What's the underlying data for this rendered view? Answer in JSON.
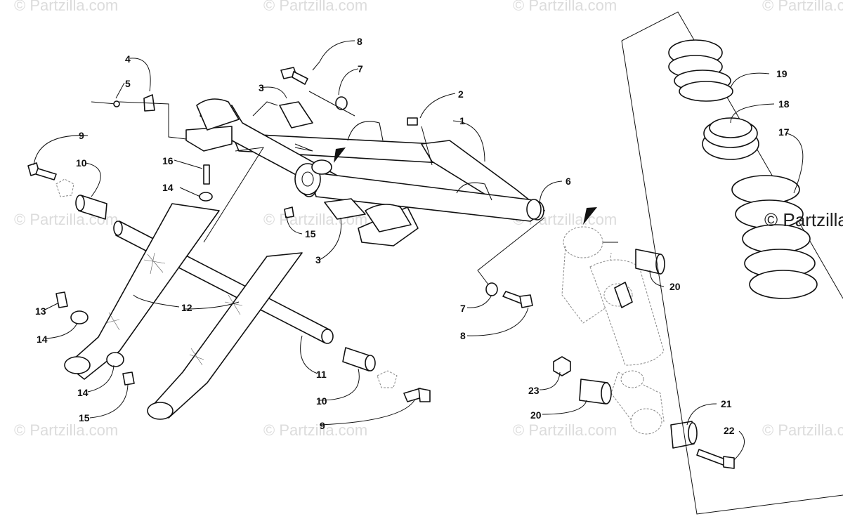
{
  "watermark": {
    "text": "© Partzilla.com",
    "large_text": "© Partzilla"
  },
  "callouts": [
    {
      "id": "c1",
      "label": "1"
    },
    {
      "id": "c2",
      "label": "2"
    },
    {
      "id": "c3a",
      "label": "3"
    },
    {
      "id": "c3b",
      "label": "3"
    },
    {
      "id": "c4",
      "label": "4"
    },
    {
      "id": "c5",
      "label": "5"
    },
    {
      "id": "c6",
      "label": "6"
    },
    {
      "id": "c7a",
      "label": "7"
    },
    {
      "id": "c7b",
      "label": "7"
    },
    {
      "id": "c8a",
      "label": "8"
    },
    {
      "id": "c8b",
      "label": "8"
    },
    {
      "id": "c9a",
      "label": "9"
    },
    {
      "id": "c9b",
      "label": "9"
    },
    {
      "id": "c10a",
      "label": "10"
    },
    {
      "id": "c10b",
      "label": "10"
    },
    {
      "id": "c11",
      "label": "11"
    },
    {
      "id": "c12",
      "label": "12"
    },
    {
      "id": "c13",
      "label": "13"
    },
    {
      "id": "c14a",
      "label": "14"
    },
    {
      "id": "c14b",
      "label": "14"
    },
    {
      "id": "c14c",
      "label": "14"
    },
    {
      "id": "c15a",
      "label": "15"
    },
    {
      "id": "c15b",
      "label": "15"
    },
    {
      "id": "c16",
      "label": "16"
    },
    {
      "id": "c17",
      "label": "17"
    },
    {
      "id": "c18",
      "label": "18"
    },
    {
      "id": "c19",
      "label": "19"
    },
    {
      "id": "c20a",
      "label": "20"
    },
    {
      "id": "c20b",
      "label": "20"
    },
    {
      "id": "c21",
      "label": "21"
    },
    {
      "id": "c22",
      "label": "22"
    },
    {
      "id": "c23",
      "label": "23"
    }
  ]
}
